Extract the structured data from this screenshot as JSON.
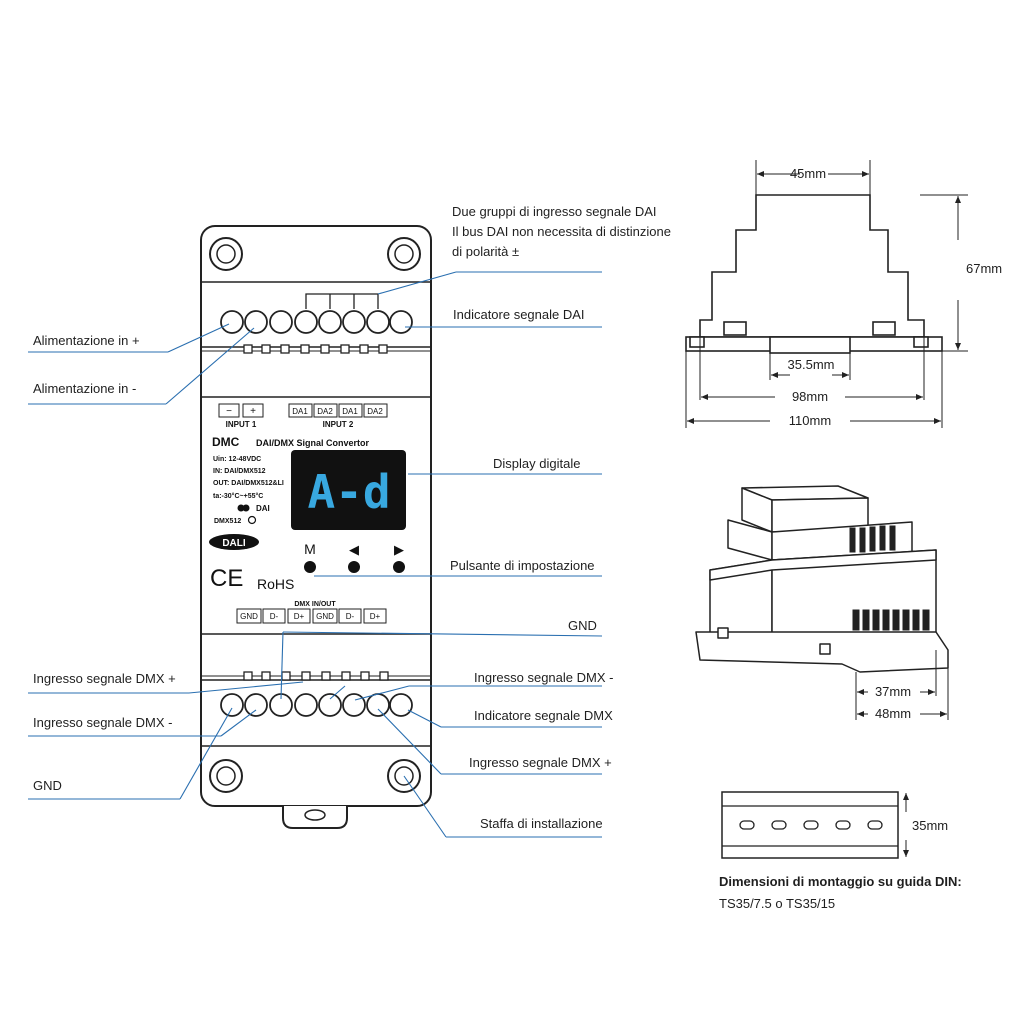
{
  "callouts": {
    "dai_groups": [
      "Due gruppi di ingresso segnale DAI",
      "Il bus DAI non necessita di distinzione",
      "di polarità ±"
    ],
    "dai_indicator": "Indicatore segnale DAI",
    "power_plus": "Alimentazione in +",
    "power_minus": "Alimentazione in -",
    "digital_display": "Display digitale",
    "setting_button": "Pulsante di impostazione",
    "gnd_top": "GND",
    "dmx_plus_left": "Ingresso segnale DMX +",
    "dmx_minus_right": "Ingresso segnale DMX -",
    "dmx_minus_left": "Ingresso segnale DMX -",
    "dmx_indicator": "Indicatore segnale DMX",
    "dmx_plus_right": "Ingresso segnale DMX +",
    "gnd_bottom": "GND",
    "mounting_bracket": "Staffa di installazione"
  },
  "device": {
    "input1_terms": [
      "−",
      "+"
    ],
    "input1_label": "INPUT 1",
    "input2_terms": [
      "DA1",
      "DA2",
      "DA1",
      "DA2"
    ],
    "input2_label": "INPUT 2",
    "model": "DMC",
    "model_desc": "DAI/DMX Signal Convertor",
    "specs": [
      "Uin: 12-48VDC",
      "IN: DAI/DMX512",
      "OUT: DAI/DMX512&LI",
      "ta:-30°C~+55°C"
    ],
    "dai_led_label": "DAI",
    "dmx_led_label": "DMX512",
    "dali_logo": "DALI",
    "ce_mark": "CE",
    "rohs": "RoHS",
    "display_text": "A-d",
    "buttons": [
      "M",
      "◀",
      "▶"
    ],
    "dmx_io_label": "DMX IN/OUT",
    "dmx_terms": [
      "GND",
      "D-",
      "D+",
      "GND",
      "D-",
      "D+"
    ]
  },
  "dimensions": {
    "width_top": "45mm",
    "height": "67mm",
    "clip": "35.5mm",
    "mid_width": "98mm",
    "full_width": "110mm",
    "depth_a": "37mm",
    "depth_b": "48mm",
    "rail_height": "35mm"
  },
  "din_rail": {
    "title": "Dimensioni di montaggio su guida DIN:",
    "subtitle": "TS35/7.5 o TS35/15"
  },
  "colors": {
    "callout_line": "#2a6fb0",
    "display_bg": "#111111",
    "display_segment": "#38a8e0"
  }
}
